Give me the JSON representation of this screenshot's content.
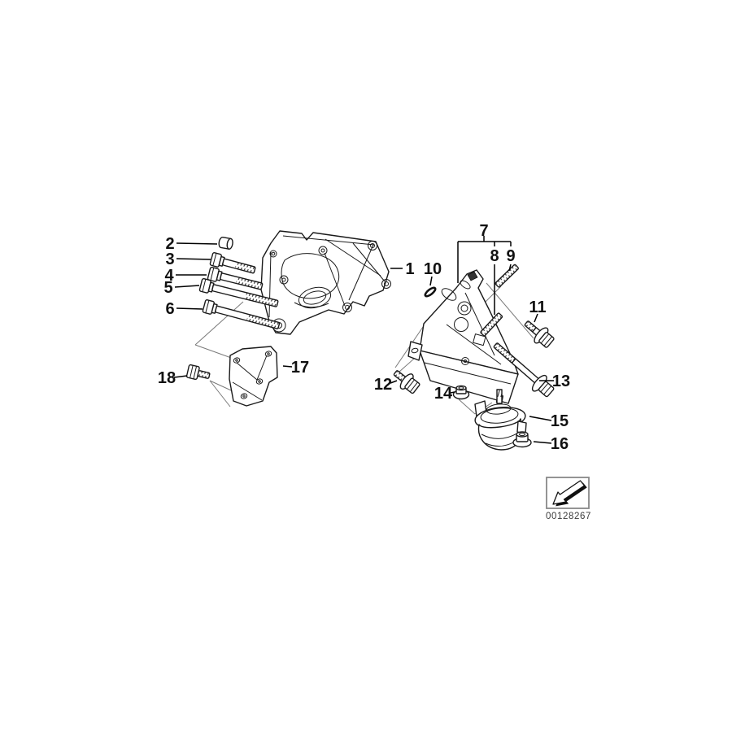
{
  "diagram": {
    "background_color": "#ffffff",
    "line_color": "#1a1a1a",
    "callouts": {
      "c1": "1",
      "c2": "2",
      "c3": "3",
      "c4": "4",
      "c5": "5",
      "c6": "6",
      "c7": "7",
      "c8": "8",
      "c9": "9",
      "c10": "10",
      "c11": "11",
      "c12": "12",
      "c13": "13",
      "c14": "14",
      "c15": "15",
      "c16": "16",
      "c17": "17",
      "c18": "18"
    },
    "callout_group": {
      "parent": "7",
      "children": [
        "8",
        "9"
      ]
    },
    "stamp": {
      "code": "00128267",
      "icon": "change-arrow-icon"
    }
  }
}
